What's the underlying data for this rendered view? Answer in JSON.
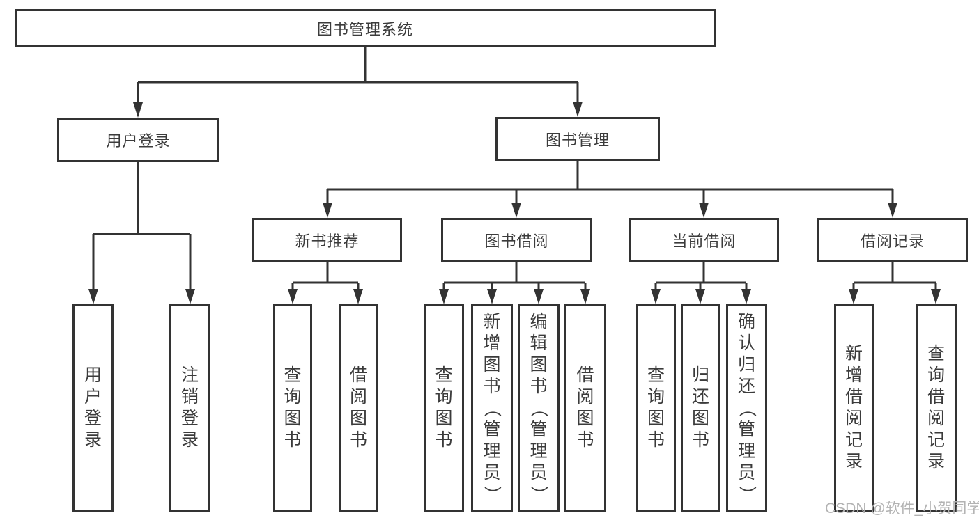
{
  "colors": {
    "line": "#333333",
    "text": "#3b3b3b",
    "watermark": "#b3b3b3",
    "background": "#ffffff"
  },
  "watermark": "CSDN @软件_小贺同学",
  "tree": {
    "root": "图书管理系统",
    "level2": [
      {
        "label": "用户登录"
      },
      {
        "label": "图书管理"
      }
    ],
    "level3": [
      {
        "label": "新书推荐"
      },
      {
        "label": "图书借阅"
      },
      {
        "label": "当前借阅"
      },
      {
        "label": "借阅记录"
      }
    ],
    "leaves": {
      "user_login_children": [
        "用户登录",
        "注销登录"
      ],
      "new_books_children": [
        "查询图书",
        "借阅图书"
      ],
      "book_borrow_children": [
        "查询图书",
        "新增图书（管理员）",
        "编辑图书（管理员）",
        "借阅图书"
      ],
      "current_borrow_children": [
        "查询图书",
        "归还图书",
        "确认归还（管理员）"
      ],
      "borrow_records_children": [
        "新增借阅记录",
        "查询借阅记录"
      ]
    }
  }
}
